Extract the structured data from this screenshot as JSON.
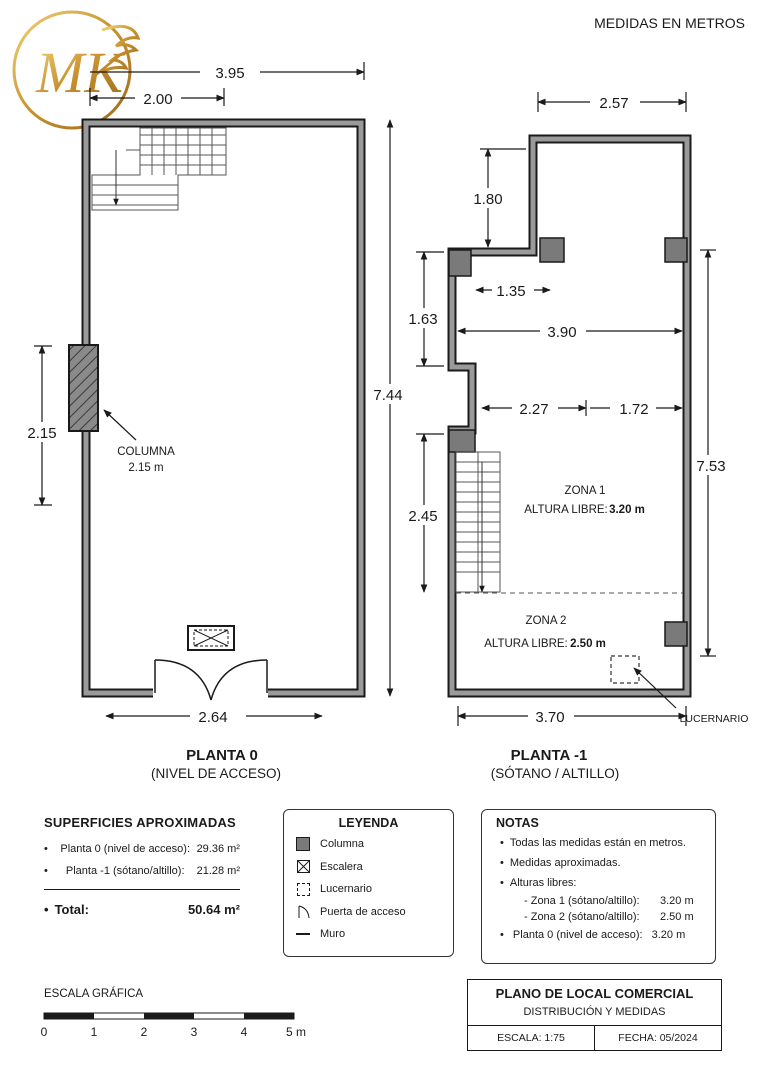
{
  "logo": {
    "letters": "MK"
  },
  "units_note": "MEDIDAS EN METROS",
  "plan0": {
    "title": "PLANTA 0",
    "subtitle": "(NIVEL DE ACCESO)",
    "dims": {
      "total_width": "3.95",
      "partial_width": "2.00",
      "height": "7.44",
      "bottom_width": "2.64",
      "column_height": "2.15"
    },
    "column_label": "COLUMNA",
    "column_value": "2.15 m"
  },
  "plan1": {
    "title": "PLANTA -1",
    "subtitle": "(SÓTANO / ALTILLO)",
    "dims": {
      "top_width": "2.57",
      "upper_height": "1.80",
      "step_width": "1.35",
      "mid_height": "1.63",
      "mid_width": "3.90",
      "left_part": "2.27",
      "right_part": "1.72",
      "stair_height": "2.45",
      "height": "7.53",
      "bottom_width": "3.70"
    },
    "zona1_label": "ZONA 1",
    "zona1_height_label": "ALTURA LIBRE:",
    "zona1_height_value": "3.20 m",
    "zona2_label": "ZONA 2",
    "zona2_height_label": "ALTURA LIBRE:",
    "zona2_height_value": "2.50 m",
    "skylight_label": "LUCERNARIO"
  },
  "surfaces": {
    "title": "SUPERFICIES APROXIMADAS",
    "items": [
      {
        "label": "Planta 0 (nivel de acceso):",
        "value": "29.36 m²"
      },
      {
        "label": "Planta -1 (sótano/altillo):",
        "value": "21.28 m²"
      }
    ],
    "total_label": "Total:",
    "total_value": "50.64 m²"
  },
  "legend": {
    "title": "LEYENDA",
    "items": [
      {
        "label": "Columna",
        "icon": "column-icon"
      },
      {
        "label": "Escalera",
        "icon": "stair-icon"
      },
      {
        "label": "Lucernario",
        "icon": "skylight-icon"
      },
      {
        "label": "Puerta de acceso",
        "icon": "door-icon"
      },
      {
        "label": "Muro",
        "icon": "wall-icon"
      }
    ]
  },
  "notes": {
    "title": "NOTAS",
    "items": [
      "Todas las medidas están en metros.",
      "Medidas aproximadas.",
      "Alturas libres:"
    ],
    "sub_items": [
      {
        "label": "- Zona 1 (sótano/altillo):",
        "value": "3.20 m"
      },
      {
        "label": "- Zona 2 (sótano/altillo):",
        "value": "2.50 m"
      }
    ],
    "last_item": {
      "label": "Planta 0 (nivel de acceso):",
      "value": "3.20 m"
    }
  },
  "scale_bar": {
    "title": "ESCALA GRÁFICA",
    "ticks": [
      "0",
      "1",
      "2",
      "3",
      "4",
      "5 m"
    ]
  },
  "title_block": {
    "title": "PLANO DE LOCAL COMERCIAL",
    "subtitle": "DISTRIBUCIÓN Y MEDIDAS",
    "scale": "ESCALA: 1:75",
    "date": "FECHA: 05/2024"
  }
}
